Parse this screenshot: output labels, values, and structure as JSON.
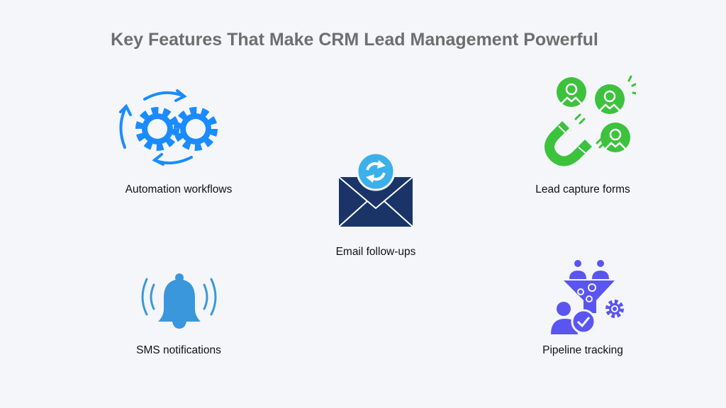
{
  "title": "Key Features That Make CRM Lead Management Powerful",
  "features": [
    {
      "label": "Automation workflows",
      "icon": "gears-cycle-icon",
      "color": "#1a8cff"
    },
    {
      "label": "Lead capture forms",
      "icon": "magnet-leads-icon",
      "color": "#3cc23c"
    },
    {
      "label": "Email follow-ups",
      "icon": "email-refresh-icon",
      "color": "#1a3468"
    },
    {
      "label": "SMS notifications",
      "icon": "bell-ringing-icon",
      "color": "#3a97dc"
    },
    {
      "label": "Pipeline tracking",
      "icon": "funnel-pipeline-icon",
      "color": "#5a55f0"
    }
  ]
}
